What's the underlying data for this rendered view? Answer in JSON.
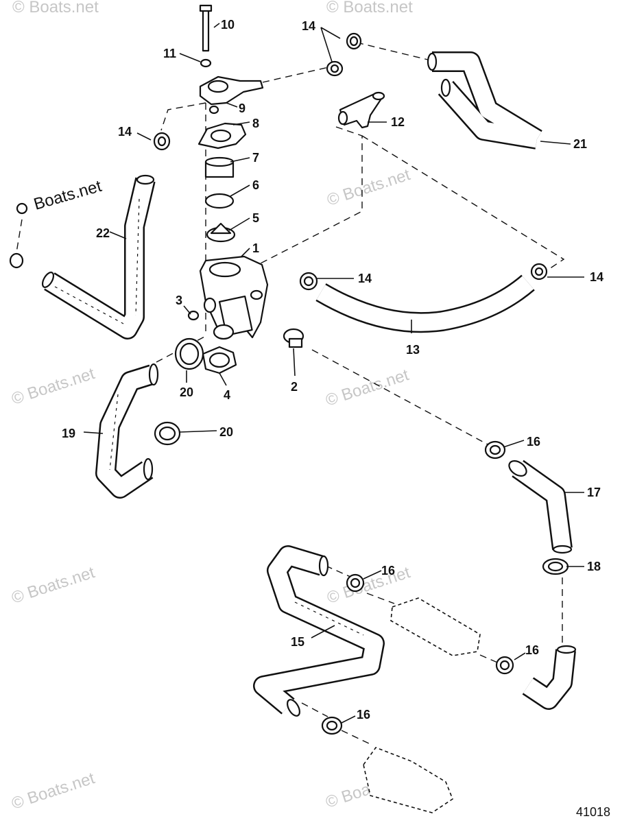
{
  "callouts": {
    "c1": "1",
    "c2": "2",
    "c3": "3",
    "c4": "4",
    "c5": "5",
    "c6": "6",
    "c7": "7",
    "c8": "8",
    "c9": "9",
    "c10": "10",
    "c11": "11",
    "c12": "12",
    "c13": "13",
    "c14a": "14",
    "c14b": "14",
    "c14c": "14",
    "c14d": "14",
    "c15": "15",
    "c16a": "16",
    "c16b": "16",
    "c16c": "16",
    "c16d": "16",
    "c17": "17",
    "c18": "18",
    "c19": "19",
    "c20a": "20",
    "c20b": "20",
    "c21": "21",
    "c22": "22"
  },
  "watermark": {
    "text": "© Boats.net",
    "dark_text": "Boats.net"
  },
  "figure_number": "41018"
}
